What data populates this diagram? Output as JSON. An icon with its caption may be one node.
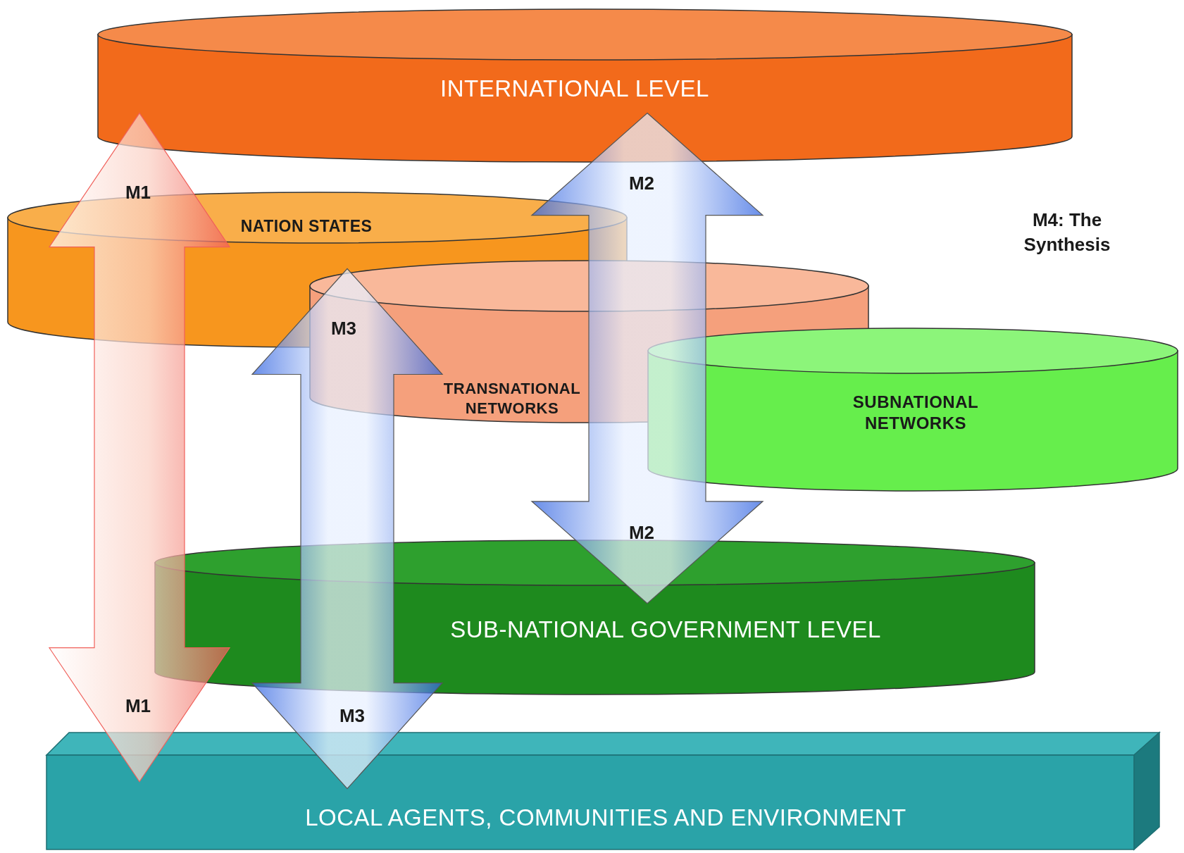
{
  "diagram": {
    "nodes": [
      {
        "text": [
          "INTERNATIONAL LEVEL"
        ]
      },
      {
        "text": [
          "NATION STATES"
        ]
      },
      {
        "text": [
          "TRANSNATIONAL NETWORKS"
        ]
      },
      {
        "text": [
          "SUBNATIONAL NETWORKS"
        ]
      },
      {
        "text": [
          "SUB-NATIONAL GOVERNMENT LEVEL"
        ]
      },
      {
        "text": [
          "LOCAL AGENTS, COMMUNITIES AND ENVIRONMENT"
        ]
      }
    ],
    "edges": [
      {
        "from": 0,
        "to": 5,
        "arrow": "both",
        "color": "#f0605a"
      },
      {
        "from": 0,
        "to": 4,
        "arrow": "both"
      },
      {
        "from": 2,
        "to": 5,
        "arrow": "both"
      }
    ],
    "labels": [
      "M1",
      "M2",
      "M4: The Synthesis",
      "M3",
      "M2",
      "M1",
      "M3"
    ]
  }
}
